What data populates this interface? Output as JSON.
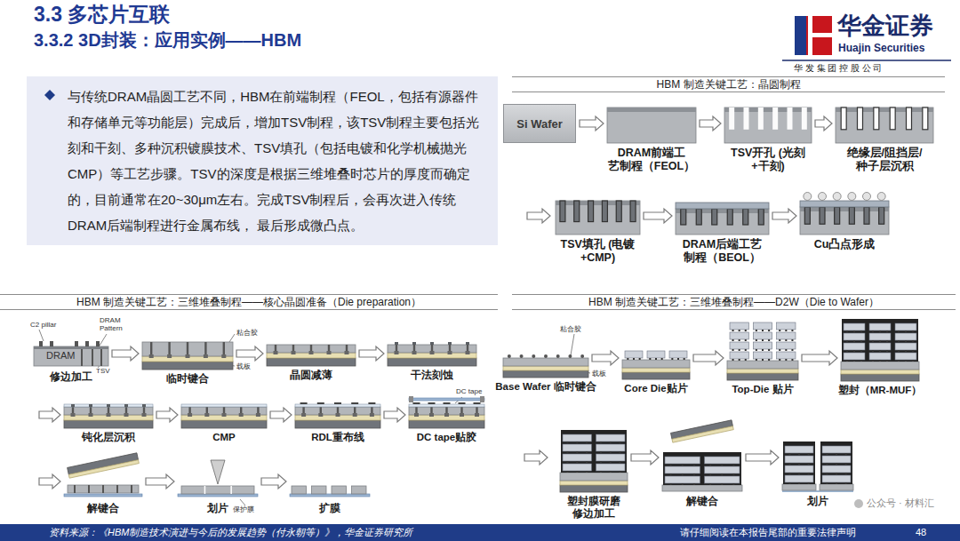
{
  "diagram": {
    "title": "3.3 多芯片互联",
    "nodes": [
      {
        "text": [
          "与传统DRAM晶圆工艺不同，HBM在前端制程（FEOL，包括有源器件和存储单元等功能层）完成后，增加TSV制程，该TSV制程主要包括光刻和干刻、多种沉积镀膜技术、TSV填孔（包括电镀和化学机械抛光 CMP）等工艺步骤。TSV的深度是根据三维堆叠时芯片的厚度而确定的，目前通常在20~30μm左右。完成TSV制程后，会再次进入传统DRAM后端制程进行金属布线， 最后形成微凸点。"
        ]
      },
      {
        "text": [
          "HBM 制造关键工艺：晶圆制程"
        ]
      },
      {
        "text": [
          "Si Wafer"
        ],
        "in": 1
      },
      {
        "text": [
          "DRAM前端工 艺制程（FEOL）"
        ],
        "in": 1
      },
      {
        "text": [
          "TSV开孔 (光刻+干刻)"
        ],
        "in": 1
      },
      {
        "text": [
          "绝缘层/阻挡层/ 种子层沉积"
        ],
        "in": 1
      },
      {
        "text": [
          "TSV填孔 (电镀+CMP)"
        ],
        "in": 1
      },
      {
        "text": [
          "DRAM后端工艺 制程（BEOL）"
        ],
        "in": 1
      },
      {
        "text": [
          "Cu凸点形成"
        ],
        "in": 1
      },
      {
        "text": [
          "HBM 制造关键工艺：三维堆叠制程——核心晶圆准备（Die preparation）"
        ]
      },
      {
        "text": [
          "修边加工"
        ],
        "in": 9
      },
      {
        "text": [
          "临时键合"
        ],
        "in": 9
      },
      {
        "text": [
          "晶圆减薄"
        ],
        "in": 9
      },
      {
        "text": [
          "干法刻蚀"
        ],
        "in": 9
      },
      {
        "text": [
          "钝化层沉积"
        ],
        "in": 9
      },
      {
        "text": [
          "CMP"
        ],
        "in": 9
      },
      {
        "text": [
          "RDL重布线"
        ],
        "in": 9
      },
      {
        "text": [
          "DC tape贴胶"
        ],
        "in": 9
      },
      {
        "text": [
          "解键合"
        ],
        "in": 9
      },
      {
        "text": [
          "划片"
        ],
        "in": 9
      },
      {
        "text": [
          "扩膜"
        ],
        "in": 9
      },
      {
        "text": [
          "HBM 制造关键工艺：三维堆叠制程——D2W（Die to Wafer）"
        ]
      },
      {
        "text": [
          "Base Wafer 临时键合"
        ],
        "in": 21
      },
      {
        "text": [
          "Core Die贴片"
        ],
        "in": 21
      },
      {
        "text": [
          "Top-Die 贴片"
        ],
        "in": 21
      },
      {
        "text": [
          "塑封（MR-MUF）"
        ],
        "in": 21
      },
      {
        "text": [
          "塑封膜研磨 修边加工"
        ],
        "in": 21
      },
      {
        "text": [
          "解键合"
        ],
        "in": 21
      },
      {
        "text": [
          "划片"
        ],
        "in": 21
      }
    ],
    "edges": [
      {
        "from": 2,
        "to": 3,
        "arrow": "to"
      },
      {
        "from": 3,
        "to": 4,
        "arrow": "to"
      },
      {
        "from": 4,
        "to": 5,
        "arrow": "to"
      },
      {
        "from": 6,
        "to": 7,
        "arrow": "to"
      },
      {
        "from": 7,
        "to": 8,
        "arrow": "to"
      },
      {
        "from": 10,
        "to": 11,
        "arrow": "to"
      },
      {
        "from": 11,
        "to": 12,
        "arrow": "to"
      },
      {
        "from": 12,
        "to": 13,
        "arrow": "to"
      },
      {
        "from": 14,
        "to": 15,
        "arrow": "to"
      },
      {
        "from": 15,
        "to": 16,
        "arrow": "to"
      },
      {
        "from": 16,
        "to": 17,
        "arrow": "to"
      },
      {
        "from": 18,
        "to": 19,
        "arrow": "to"
      },
      {
        "from": 19,
        "to": 20,
        "arrow": "to"
      },
      {
        "from": 22,
        "to": 23,
        "arrow": "to"
      },
      {
        "from": 23,
        "to": 24,
        "arrow": "to"
      },
      {
        "from": 24,
        "to": 25,
        "arrow": "to"
      },
      {
        "from": 26,
        "to": 27,
        "arrow": "to"
      },
      {
        "from": 27,
        "to": 28,
        "arrow": "to"
      }
    ],
    "labels": [
      "3.3.2 3D封装：应用实例——HBM",
      "华金证券",
      "Huajin Securities",
      "华 发 集 团 控 股 公 司",
      "C2 pillar",
      "DRAM Pattern",
      "DRAM",
      "TSV",
      "粘合胶",
      "载板",
      "DC tape",
      "保护膜",
      "粘合胶",
      "载板",
      "资料来源：《HBM制造技术演进与今后的发展趋势（付永朝等）》，华金证券研究所",
      "请仔细阅读在本报告尾部的重要法律声明",
      "48",
      "公众号 · 材料汇"
    ]
  }
}
